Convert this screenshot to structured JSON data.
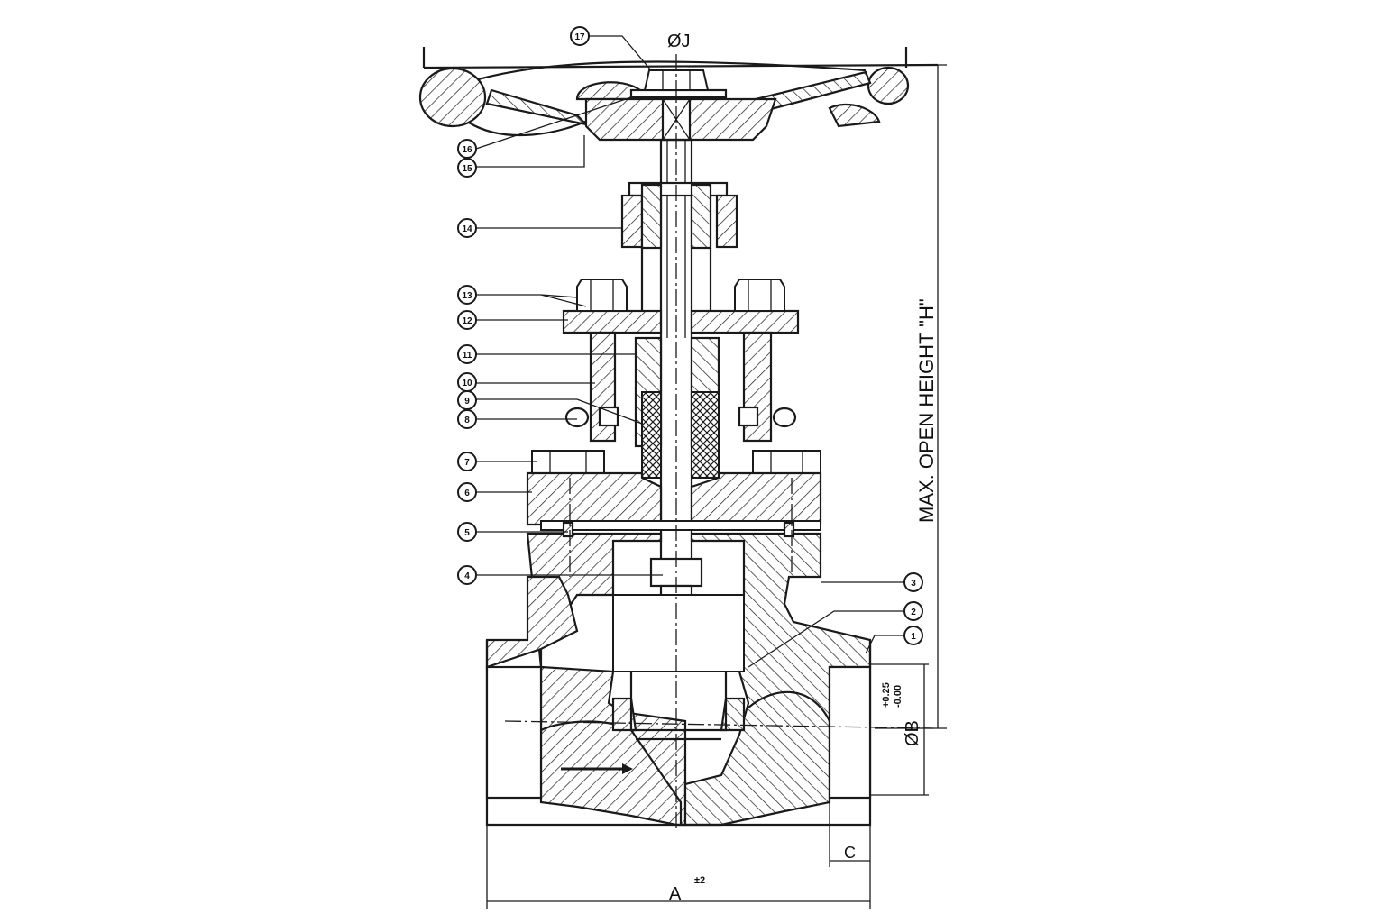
{
  "diagram": {
    "title": "Forged Globe Valve Sectional Drawing",
    "balloons": [
      "1",
      "2",
      "3",
      "4",
      "5",
      "6",
      "7",
      "8",
      "9",
      "10",
      "11",
      "12",
      "13",
      "14",
      "15",
      "16",
      "17"
    ],
    "dimensions": {
      "handwheel_dia": "ØJ",
      "max_open_height": "MAX.  OPEN HEIGHT \"H\"",
      "bore": "ØB",
      "bore_tol_plus": "+0.25",
      "bore_tol_minus": "-0.00",
      "socket_depth": "C",
      "length": "A",
      "length_tol": "±2"
    },
    "colors": {
      "line": "#1a1a1a",
      "background": "#ffffff"
    }
  }
}
